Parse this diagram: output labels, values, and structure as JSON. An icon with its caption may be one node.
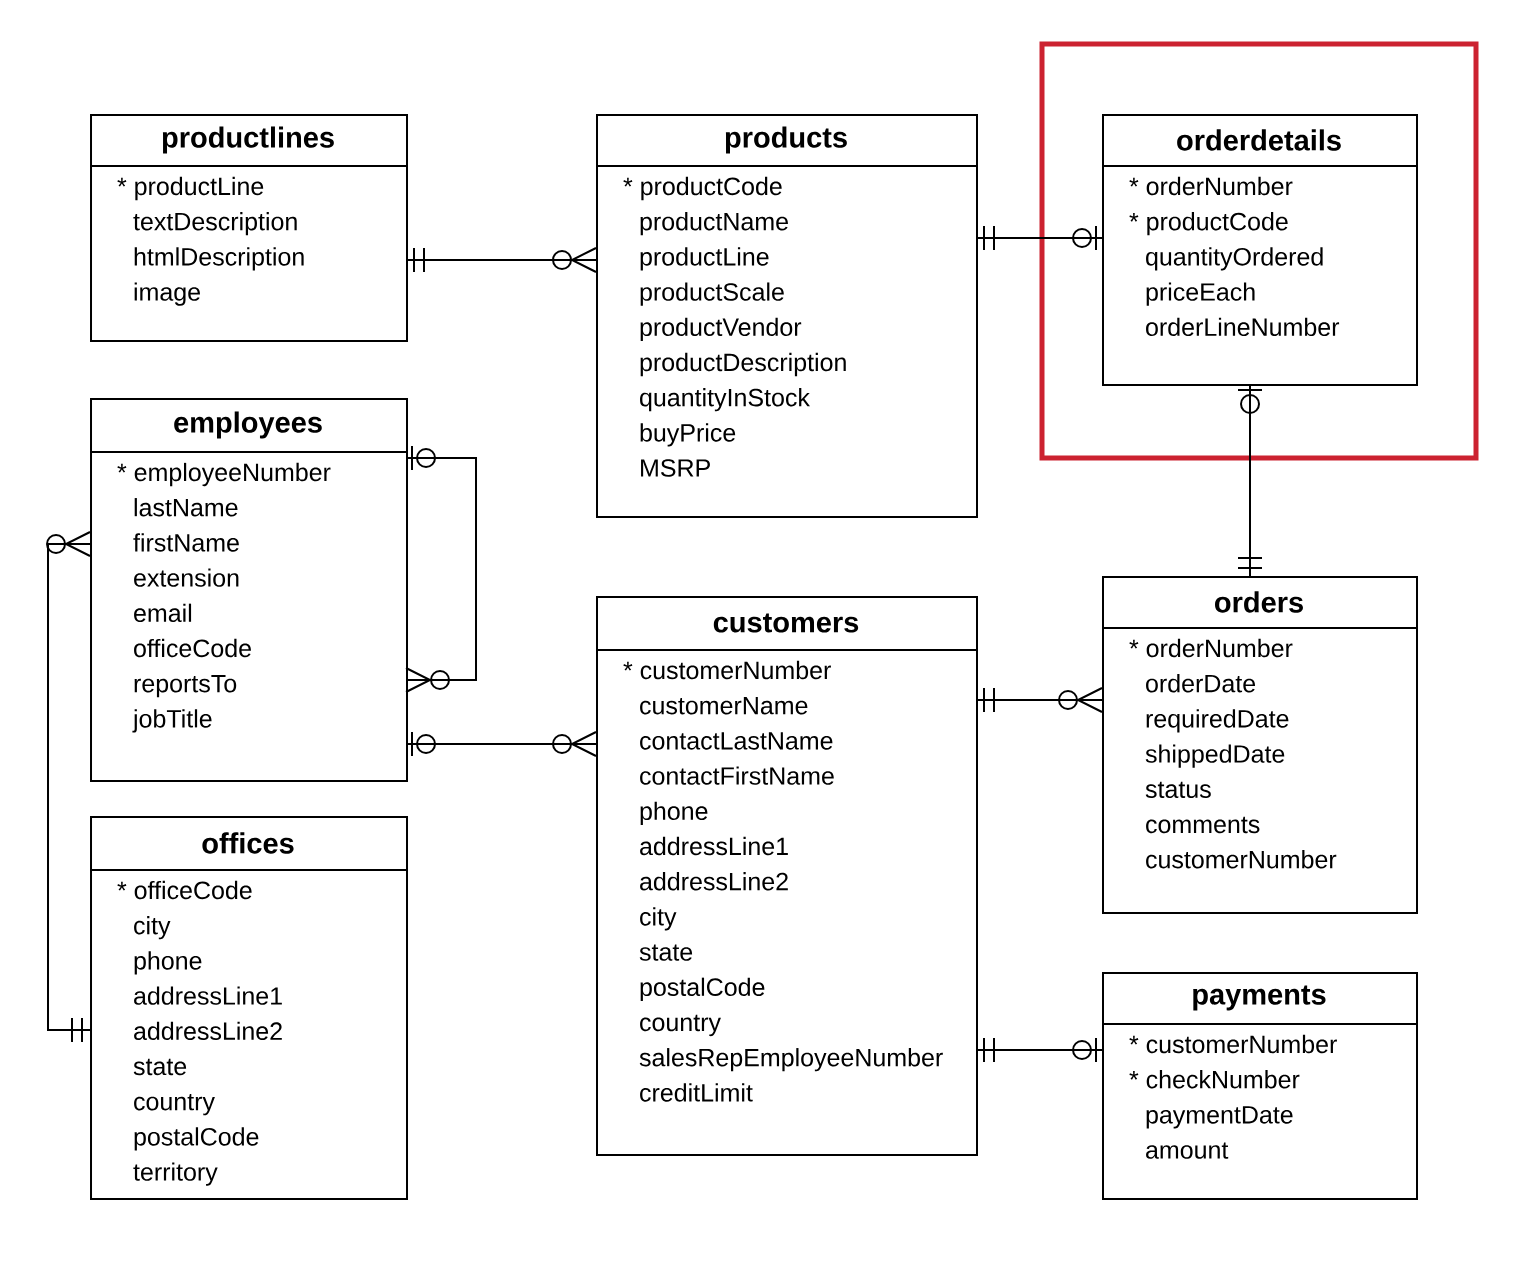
{
  "diagram": {
    "nodes": [
      {
        "text": [
          "productlines",
          "* productLine",
          "textDescription",
          "htmlDescription",
          "image"
        ]
      },
      {
        "text": [
          "products",
          "* productCode",
          "productName",
          "productLine",
          "productScale",
          "productVendor",
          "productDescription",
          "quantityInStock",
          "buyPrice",
          "MSRP"
        ]
      },
      {
        "text": [
          "orderdetails",
          "* orderNumber",
          "* productCode",
          "quantityOrdered",
          "priceEach",
          "orderLineNumber"
        ]
      },
      {
        "text": [
          "employees",
          "* employeeNumber",
          "lastName",
          "firstName",
          "extension",
          "email",
          "officeCode",
          "reportsTo",
          "jobTitle"
        ]
      },
      {
        "text": [
          "customers",
          "* customerNumber",
          "customerName",
          "contactLastName",
          "contactFirstName",
          "phone",
          "addressLine1",
          "addressLine2",
          "city",
          "state",
          "postalCode",
          "country",
          "salesRepEmployeeNumber",
          "creditLimit"
        ]
      },
      {
        "text": [
          "orders",
          "* orderNumber",
          "orderDate",
          "requiredDate",
          "shippedDate",
          "status",
          "comments",
          "customerNumber"
        ]
      },
      {
        "text": [
          "offices",
          "* officeCode",
          "city",
          "phone",
          "addressLine1",
          "addressLine2",
          "state",
          "country",
          "postalCode",
          "territory"
        ]
      },
      {
        "text": [
          "payments",
          "* customerNumber",
          "* checkNumber",
          "paymentDate",
          "amount"
        ]
      }
    ],
    "edges": [
      {
        "from": 0,
        "to": 1,
        "arrow": "other"
      },
      {
        "from": 1,
        "to": 2,
        "arrow": "other"
      },
      {
        "from": 5,
        "to": 2,
        "arrow": "other"
      },
      {
        "from": 3,
        "to": 3,
        "arrow": "other"
      },
      {
        "from": 3,
        "to": 4,
        "arrow": "other"
      },
      {
        "from": 6,
        "to": 3,
        "arrow": "other"
      },
      {
        "from": 4,
        "to": 5,
        "arrow": "other"
      },
      {
        "from": 4,
        "to": 7,
        "arrow": "other"
      }
    ]
  }
}
